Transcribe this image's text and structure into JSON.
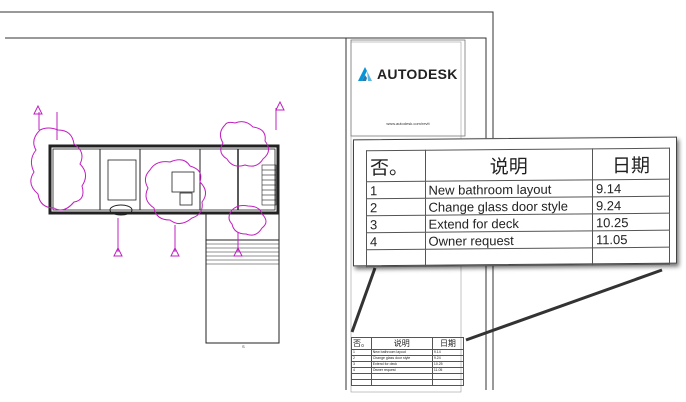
{
  "title_block": {
    "brand": "AUTODESK",
    "url": "www.autodesk.com/revit"
  },
  "revision_table": {
    "headers": {
      "number": "否。",
      "description": "说明",
      "date": "日期"
    },
    "rows": [
      {
        "number": "1",
        "description": "New bathroom layout",
        "date": "9.14"
      },
      {
        "number": "2",
        "description": "Change glass door style",
        "date": "9.24"
      },
      {
        "number": "3",
        "description": "Extend for deck",
        "date": "10.25"
      },
      {
        "number": "4",
        "description": "Owner request",
        "date": "11.05"
      }
    ]
  },
  "small_table": {
    "headers": {
      "number": "否。",
      "description": "说明",
      "date": "日期"
    },
    "rows": [
      {
        "number": "1",
        "description": "New bathroom layout",
        "date": "9.14"
      },
      {
        "number": "2",
        "description": "Change glass door style",
        "date": "9.24"
      },
      {
        "number": "3",
        "description": "Extend for deck",
        "date": "10.25"
      },
      {
        "number": "4",
        "description": "Owner request",
        "date": "11.05"
      }
    ]
  },
  "colors": {
    "tree_outline": "#c020c0",
    "linework": "#222222",
    "background": "#ffffff"
  }
}
